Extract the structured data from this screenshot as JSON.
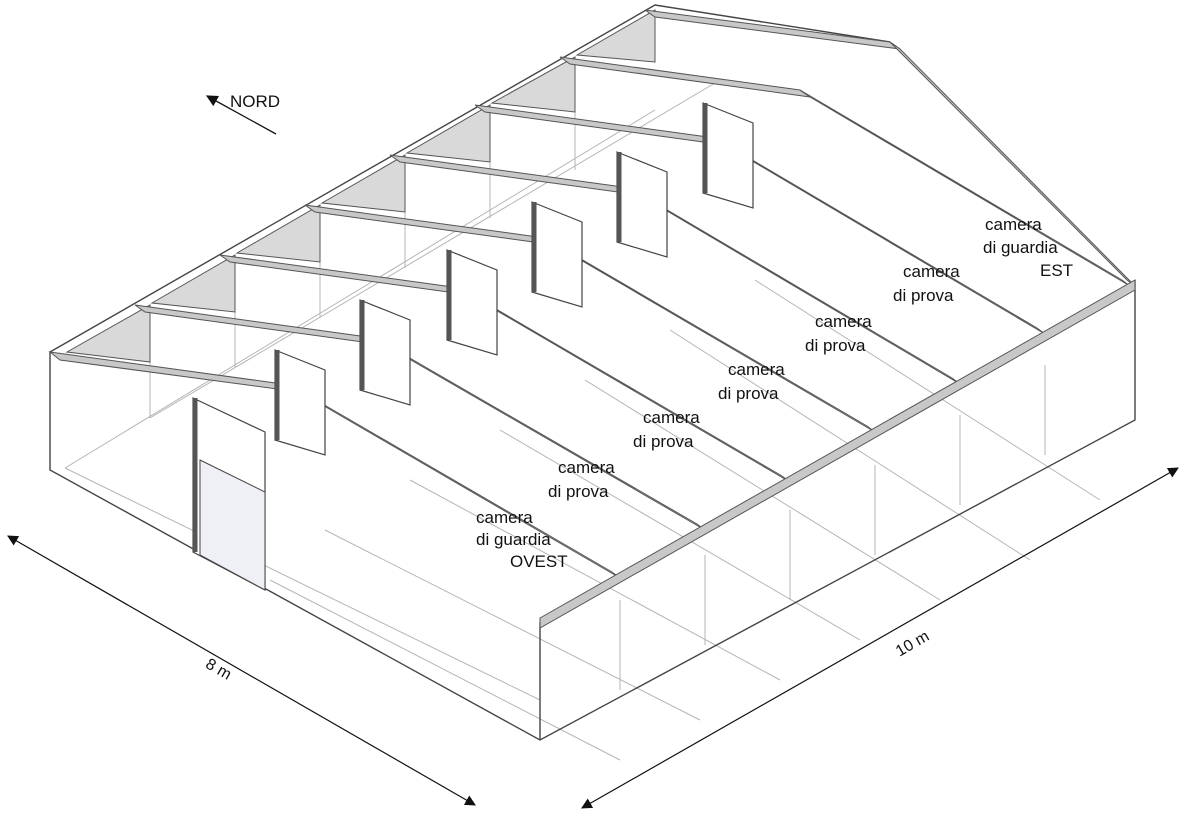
{
  "compass": {
    "label": "NORD"
  },
  "rooms": [
    {
      "line1": "camera",
      "line2": "di guardia",
      "line3": "OVEST"
    },
    {
      "line1": "camera",
      "line2": "di prova"
    },
    {
      "line1": "camera",
      "line2": "di prova"
    },
    {
      "line1": "camera",
      "line2": "di prova"
    },
    {
      "line1": "camera",
      "line2": "di prova"
    },
    {
      "line1": "camera",
      "line2": "di guardia",
      "line3": "EST"
    }
  ],
  "dimensions": {
    "depth": "8 m",
    "length": "10 m"
  },
  "colors": {
    "wall": "#c8c8c8",
    "gable": "#d9d9d9",
    "door": "#eef0f6",
    "line": "#9a9a9a",
    "ink": "#111111"
  }
}
